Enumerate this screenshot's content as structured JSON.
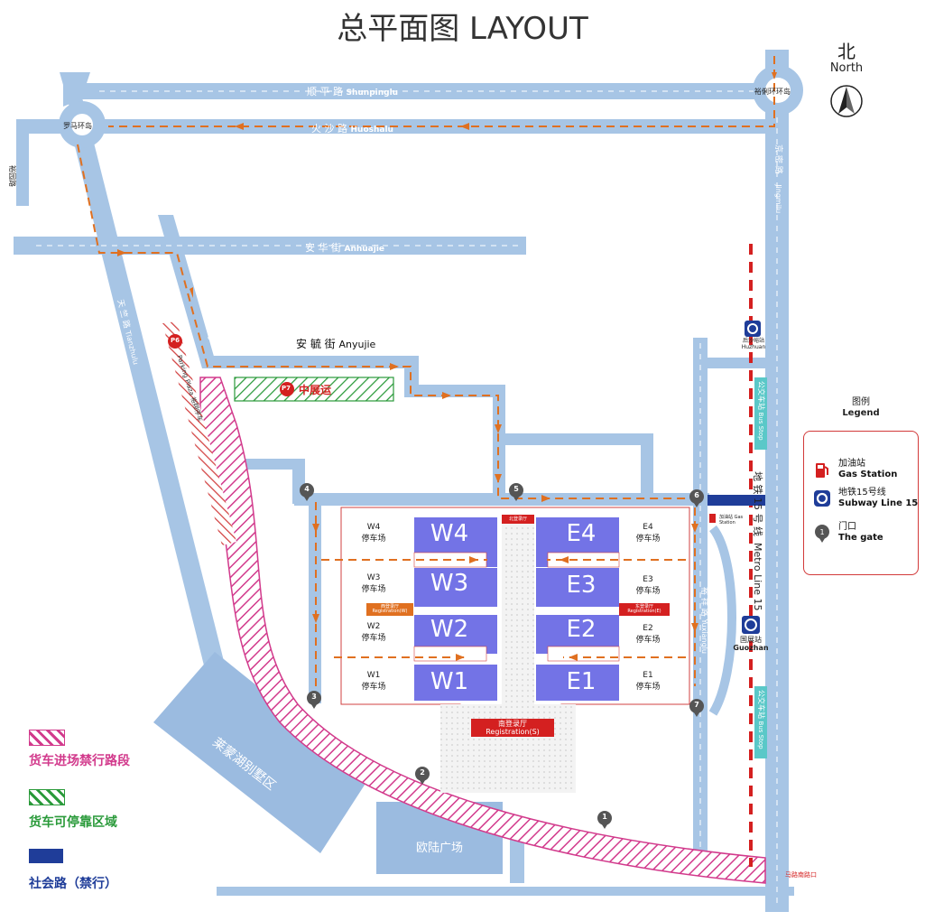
{
  "title": "总平面图 LAYOUT",
  "compass": {
    "cn": "北",
    "en": "North",
    "icon": "north-arrow-icon"
  },
  "roads": {
    "shunpinglu_cn": "顺 平 路",
    "shunpinglu_en": "Shunpinglu",
    "huoshalu_cn": "火 沙 路",
    "huoshalu_en": "Huoshalu",
    "anhuajie_cn": "安 华 街",
    "anhuajie_en": "Anhuajie",
    "anyujie_cn": "安 毓 街",
    "anyujie_en": "Anyujie",
    "yuyuanlu": "裕园路",
    "tianzhulu_cn": "天 竺 路",
    "tianzhulu_en": "Tianzhulu",
    "jingmilu_cn": "京 密 路",
    "jingmilu_en": "Jingmilu",
    "yuxianglu_cn": "裕 祥 路",
    "yuxianglu_en": "Yuxianglu",
    "west_en": "Yuxianglu",
    "metro_cn": "地 铁 15 号 线",
    "metro_en": "Metro Line 15",
    "bus_stop_cn": "公交车站",
    "bus_stop_en": "Bus Stop",
    "bus_stop2_cn": "公交车站",
    "bus_stop2_en": "Bus Stop"
  },
  "roundabouts": {
    "luoma": "罗马环岛",
    "yuli": "裕俐环环岛"
  },
  "stations": {
    "huzhuang_cn": "后沙峪站",
    "huzhuang_en": "Huzhuan",
    "guozhan_cn": "国展站",
    "guozhan_en": "Guozhan"
  },
  "gas_station_label": "加油站 Gas Station",
  "parking": {
    "p6_badge": "P6",
    "p6_label": "Parking Plaza 裕翔停车",
    "p7_badge": "P7",
    "p7_label": "中展运"
  },
  "halls": {
    "W4": "W4",
    "W3": "W3",
    "W2": "W2",
    "W1": "W1",
    "E4": "E4",
    "E3": "E3",
    "E2": "E2",
    "E1": "E1"
  },
  "lots": {
    "W4": {
      "code": "W4",
      "label": "停车场"
    },
    "W3": {
      "code": "W3",
      "label": "停车场"
    },
    "W2": {
      "code": "W2",
      "label": "停车场"
    },
    "W1": {
      "code": "W1",
      "label": "停车场"
    },
    "E4": {
      "code": "E4",
      "label": "停车场"
    },
    "E3": {
      "code": "E3",
      "label": "停车场"
    },
    "E2": {
      "code": "E2",
      "label": "停车场"
    },
    "E1": {
      "code": "E1",
      "label": "停车场"
    }
  },
  "registration": {
    "north": "北登录厅",
    "west": "西登录厅 Registration(W)",
    "east": "东登录厅 Registration(E)",
    "south_cn": "南登录厅",
    "south_en": "Registration(S)"
  },
  "areas": {
    "lake_villa": "莱蒙湖别墅区",
    "oulu_plaza": "欧陆广场",
    "south_gate": "马路南路口"
  },
  "gates": [
    "1",
    "2",
    "3",
    "4",
    "5",
    "6",
    "7"
  ],
  "legend": {
    "title_cn": "图例",
    "title_en": "Legend",
    "gas_cn": "加油站",
    "gas_en": "Gas Station",
    "subway_cn": "地铁15号线",
    "subway_en": "Subway Line 15",
    "gate_cn": "门口",
    "gate_en": "The gate"
  },
  "map_legend": {
    "truck_forbidden": "货车进场禁行路段",
    "truck_parking": "货车可停靠区域",
    "public_road": "社会路（禁行）"
  },
  "colors": {
    "road": "#a7c5e5",
    "hall": "#7373e6",
    "route": "#e07020",
    "forbidden": "#d23a8c",
    "parking": "#2a9a3a",
    "public_road": "#1f3d99",
    "metro": "#d42020",
    "busstop": "#5ac8c8",
    "block": "#9bbbe0"
  }
}
